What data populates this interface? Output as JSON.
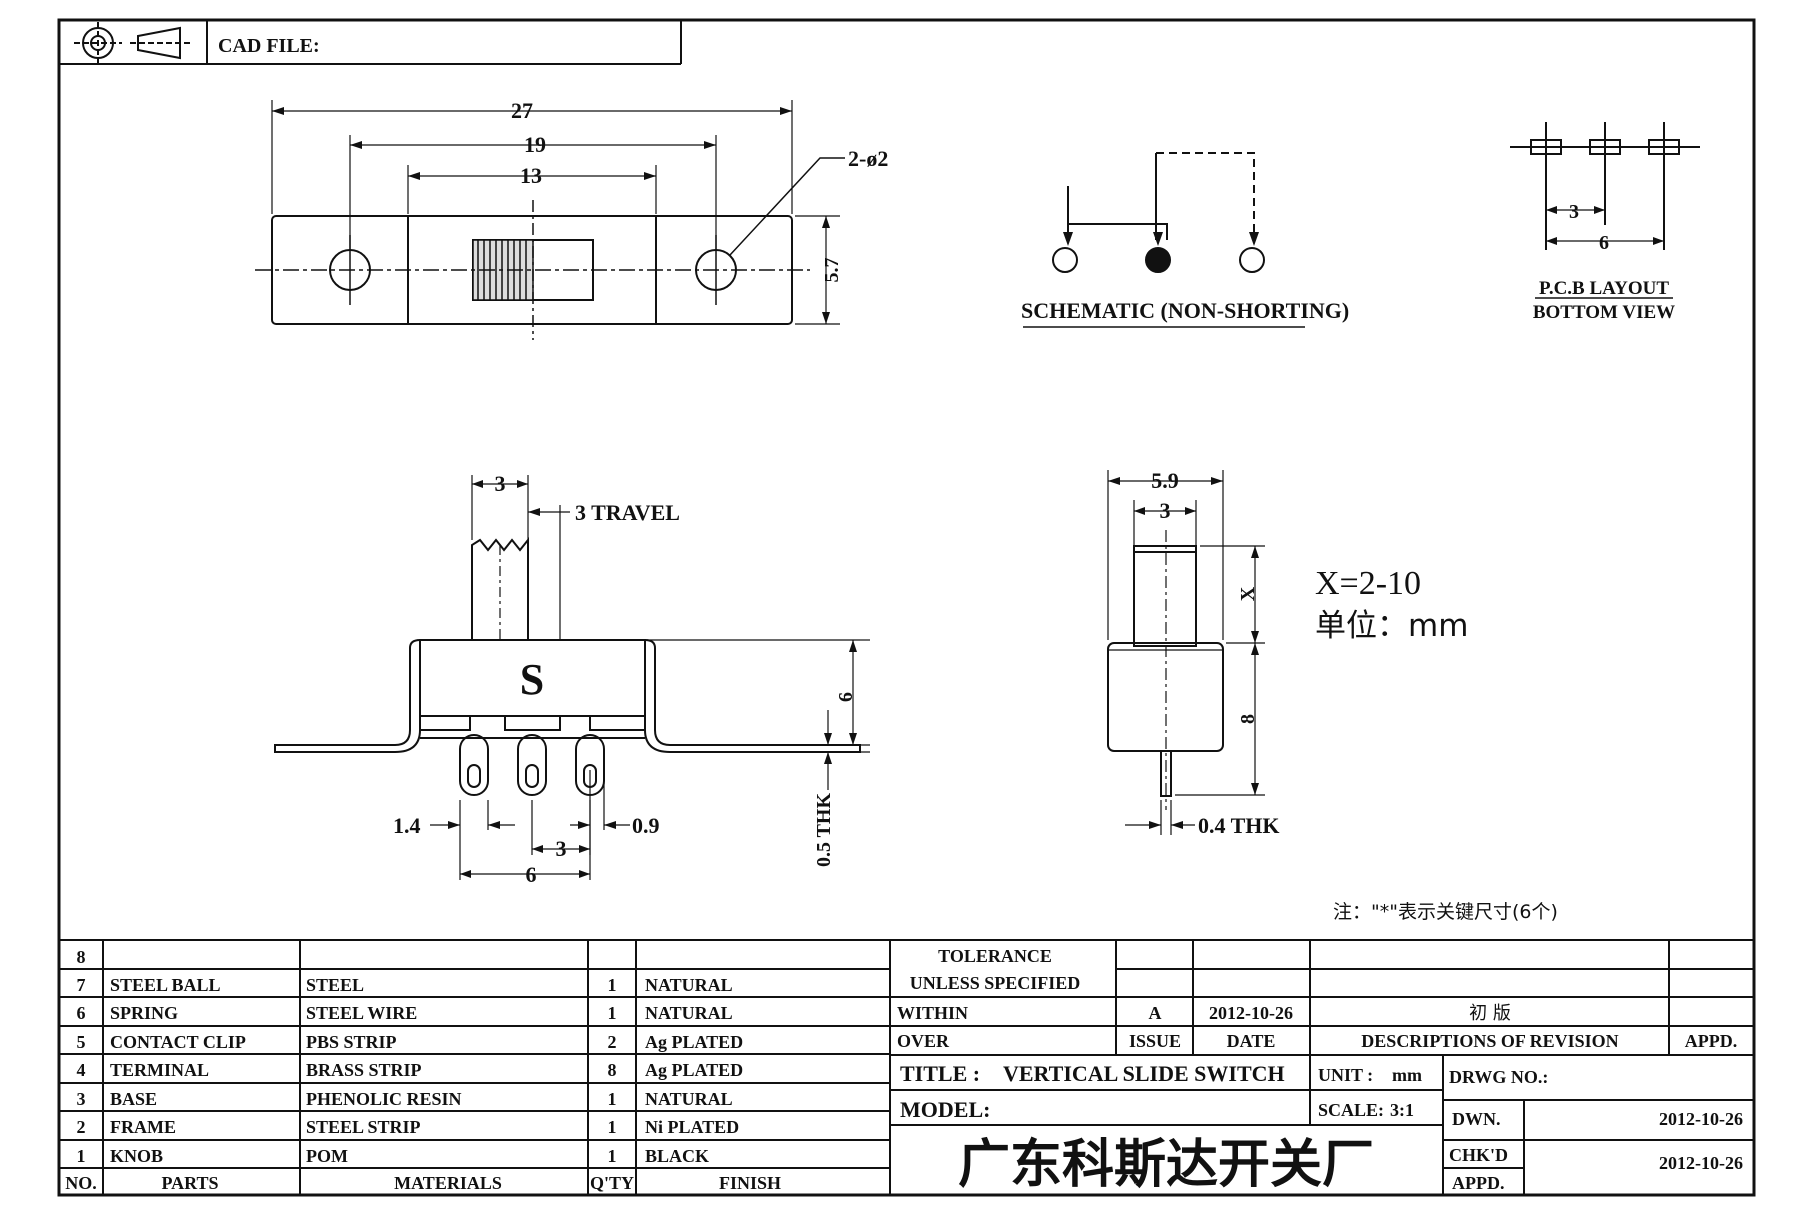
{
  "header": {
    "cad_file_label": "CAD FILE:"
  },
  "top_view": {
    "dim_27": "27",
    "dim_19": "19",
    "dim_13": "13",
    "hole_label": "2-ø2",
    "dim_5_7": "5.7"
  },
  "schematic": {
    "label": "SCHEMATIC (NON-SHORTING)"
  },
  "pcb_layout": {
    "title_line1": "P.C.B LAYOUT",
    "title_line2": "BOTTOM VIEW",
    "dim_3": "3",
    "dim_6": "6"
  },
  "front_view": {
    "dim_3_top": "3",
    "travel_label": "3 TRAVEL",
    "body_mark": "S",
    "dim_6_right": "6",
    "thk_label": "0.5 THK",
    "dim_1_4": "1.4",
    "dim_0_9": "0.9",
    "dim_3_bottom": "3",
    "dim_6_bottom": "6"
  },
  "side_view": {
    "dim_5_9": "5.9",
    "dim_3": "3",
    "dim_x": "X",
    "dim_8": "8",
    "thk_label": "0.4 THK"
  },
  "notes": {
    "x_range": "X=2-10",
    "unit_note": "单位：mm",
    "key_dims_note": "注：\"*\"表示关键尺寸(6个)"
  },
  "parts_table": {
    "rows": [
      {
        "no": "8",
        "part": "",
        "material": "",
        "qty": "",
        "finish": ""
      },
      {
        "no": "7",
        "part": "STEEL BALL",
        "material": "STEEL",
        "qty": "1",
        "finish": "NATURAL"
      },
      {
        "no": "6",
        "part": "SPRING",
        "material": "STEEL WIRE",
        "qty": "1",
        "finish": "NATURAL"
      },
      {
        "no": "5",
        "part": "CONTACT CLIP",
        "material": "PBS STRIP",
        "qty": "2",
        "finish": "Ag PLATED"
      },
      {
        "no": "4",
        "part": "TERMINAL",
        "material": "BRASS STRIP",
        "qty": "8",
        "finish": "Ag PLATED"
      },
      {
        "no": "3",
        "part": "BASE",
        "material": "PHENOLIC RESIN",
        "qty": "1",
        "finish": "NATURAL"
      },
      {
        "no": "2",
        "part": "FRAME",
        "material": "STEEL STRIP",
        "qty": "1",
        "finish": "Ni PLATED"
      },
      {
        "no": "1",
        "part": "KNOB",
        "material": "POM",
        "qty": "1",
        "finish": "BLACK"
      }
    ],
    "header": {
      "no": "NO.",
      "part": "PARTS",
      "material": "MATERIALS",
      "qty": "Q'TY",
      "finish": "FINISH"
    }
  },
  "tolerance": {
    "line1": "TOLERANCE",
    "line2": "UNLESS SPECIFIED",
    "within": "WITHIN",
    "over": "OVER"
  },
  "revision": {
    "issue_value": "A",
    "date_value": "2012-10-26",
    "description_value": "初  版",
    "issue_label": "ISSUE",
    "date_label": "DATE",
    "description_label": "DESCRIPTIONS OF REVISION",
    "appd_label": "APPD."
  },
  "title_block": {
    "title_label": "TITLE :",
    "title_value": "VERTICAL SLIDE SWITCH",
    "unit_label": "UNIT :",
    "unit_value": "mm",
    "drwg_label": "DRWG NO.:",
    "model_label": "MODEL:",
    "scale_label": "SCALE:",
    "scale_value": "3:1",
    "dwn_label": "DWN.",
    "dwn_date": "2012-10-26",
    "chkd_label": "CHK'D",
    "chkd_date": "2012-10-26",
    "appd_label": "APPD.",
    "company": "广东科斯达开关厂"
  }
}
